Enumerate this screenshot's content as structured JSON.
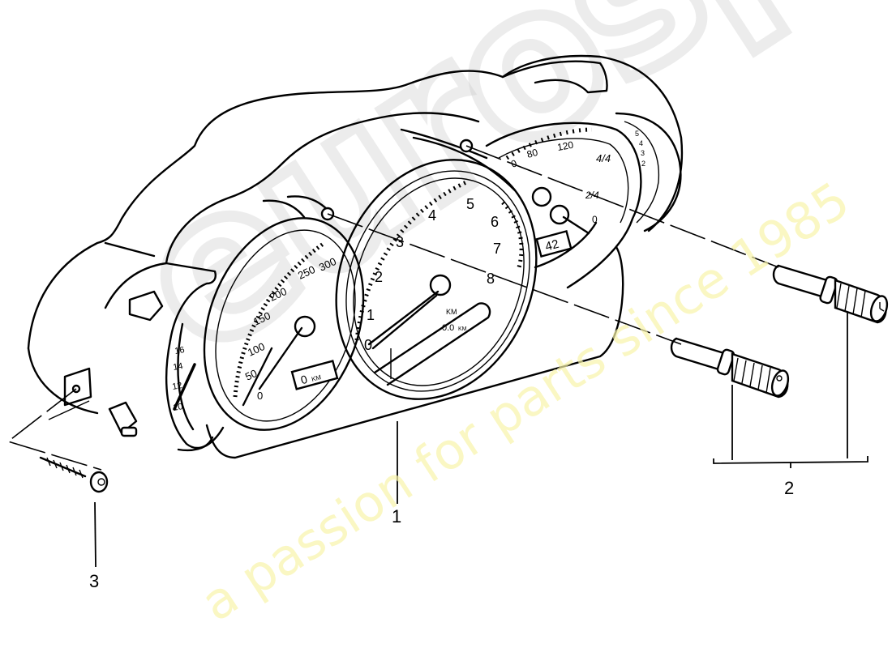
{
  "watermark": {
    "logo": "eurospares",
    "tagline": "a passion for parts since 1985",
    "logo_color": "#c8c8c8",
    "tagline_color": "#f8f4aa"
  },
  "diagram": {
    "subject": "instrument cluster",
    "callouts": [
      {
        "number": "1",
        "part": "instrument cluster"
      },
      {
        "number": "2",
        "part": "adjustment knobs (pair)"
      },
      {
        "number": "3",
        "part": "screw"
      }
    ],
    "speedometer": {
      "labels": [
        "0",
        "50",
        "100",
        "150",
        "200",
        "250",
        "300"
      ],
      "odometer_display": "0",
      "odometer_unit": "KM"
    },
    "tachometer": {
      "labels": [
        "0",
        "1",
        "2",
        "3",
        "4",
        "5",
        "6",
        "7",
        "8"
      ],
      "display_line1": "KM",
      "display_line2": "0.0",
      "display_unit": "KM"
    },
    "right_gauge": {
      "temp_labels": [
        "0",
        "80",
        "120"
      ],
      "fuel_labels": [
        "4/4",
        "2/4",
        "0"
      ],
      "clock_display": "42"
    },
    "left_gauge": {
      "labels": [
        "16",
        "14",
        "12",
        "10"
      ]
    },
    "far_right_gauge": {
      "labels": [
        "5",
        "4",
        "3",
        "2"
      ]
    }
  }
}
